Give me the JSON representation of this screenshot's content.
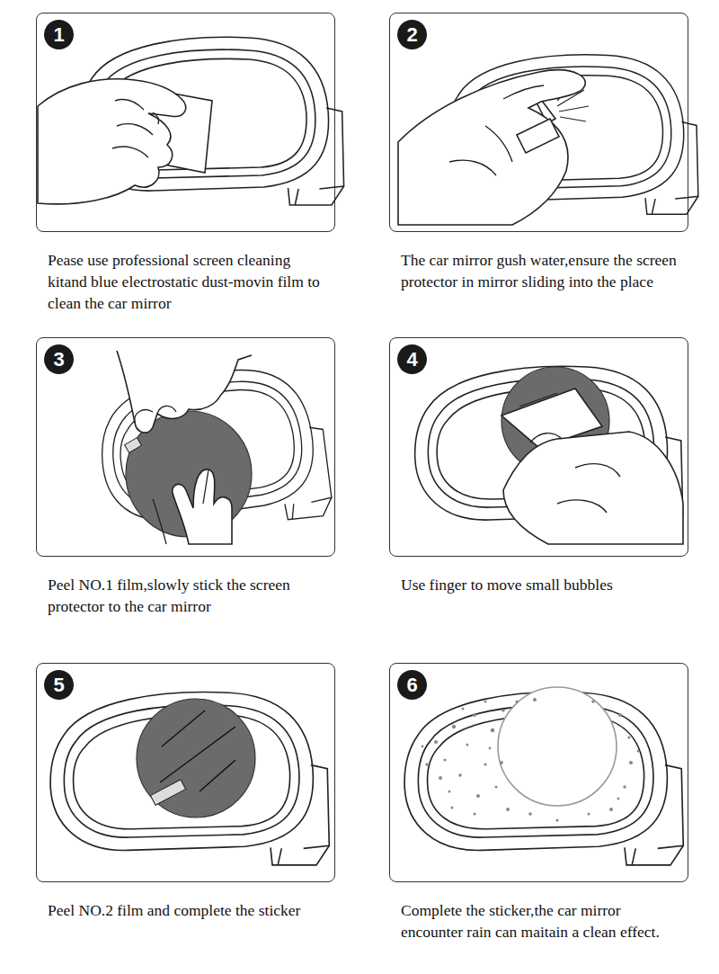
{
  "diagram": {
    "nodes": [
      {
        "text": [
          "Pease use professional screen cleaning kitand blue electrostatic dust-movin film to clean the car mirror"
        ]
      },
      {
        "text": [
          "1"
        ],
        "in": 0
      },
      {
        "text": [
          "The car mirror gush water,ensure the screen protector in mirror sliding into the place"
        ]
      },
      {
        "text": [
          "2"
        ],
        "in": 2
      },
      {
        "text": [
          "Peel NO.1 film,slowly stick the screen protector to the car mirror"
        ]
      },
      {
        "text": [
          "3"
        ],
        "in": 4
      },
      {
        "text": [
          "Use finger to move small bubbles"
        ]
      },
      {
        "text": [
          "4"
        ],
        "in": 6
      },
      {
        "text": [
          "Peel NO.2 film and complete the sticker"
        ]
      },
      {
        "text": [
          "5"
        ],
        "in": 8
      },
      {
        "text": [
          "Complete the sticker,the car mirror encounter rain can maitain a clean effect."
        ]
      },
      {
        "text": [
          "6"
        ],
        "in": 10
      }
    ]
  }
}
